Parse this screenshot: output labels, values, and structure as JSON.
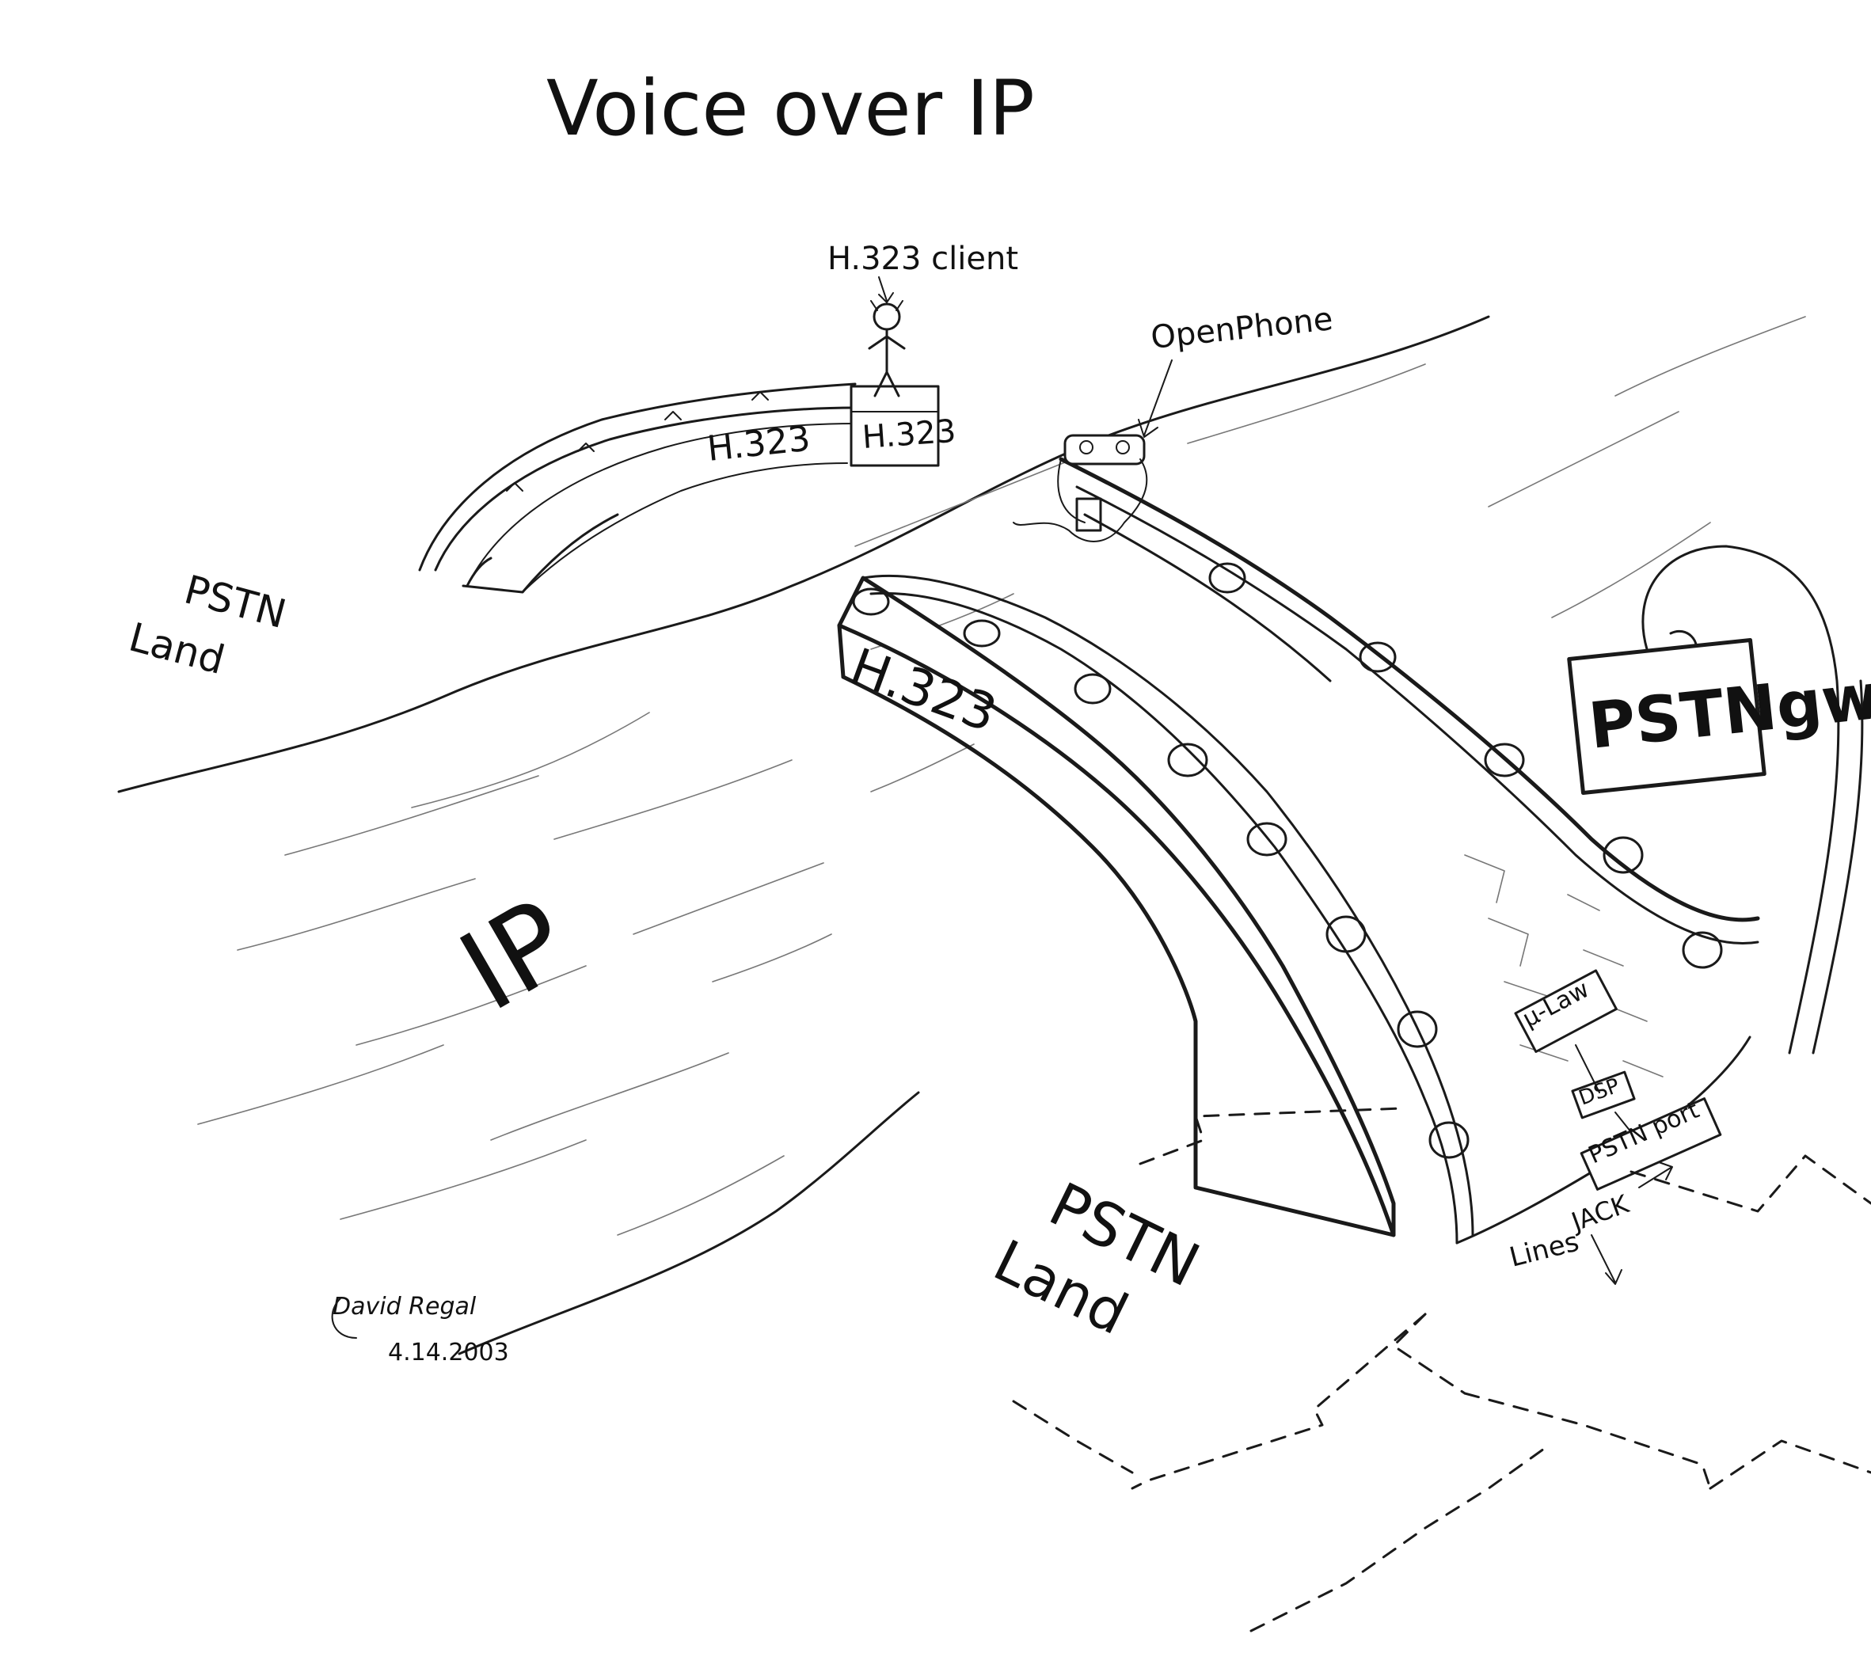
{
  "title": "Voice over IP",
  "labels": {
    "h323_client": "H.323 client",
    "openphone": "OpenPhone",
    "pstn_land_left": [
      "PSTN",
      "Land"
    ],
    "ip": "IP",
    "h323_far_bridge": "H.323",
    "h323_far_tower": "H.323",
    "h323_near_bridge": "H.323",
    "pstn_gw": "PSTNgw",
    "mu_law": "μ-Law",
    "dsp": "DSP",
    "pstn_port": "PSTN port",
    "jack": "JACK",
    "lines": "Lines",
    "pstn_land_right": [
      "PSTN",
      "Land"
    ]
  },
  "signature": {
    "name": "David Regal",
    "date": "4.14.2003"
  },
  "colors": {
    "ink": "#1a1a1a",
    "paper": "#ffffff",
    "pencil": "#777777"
  }
}
